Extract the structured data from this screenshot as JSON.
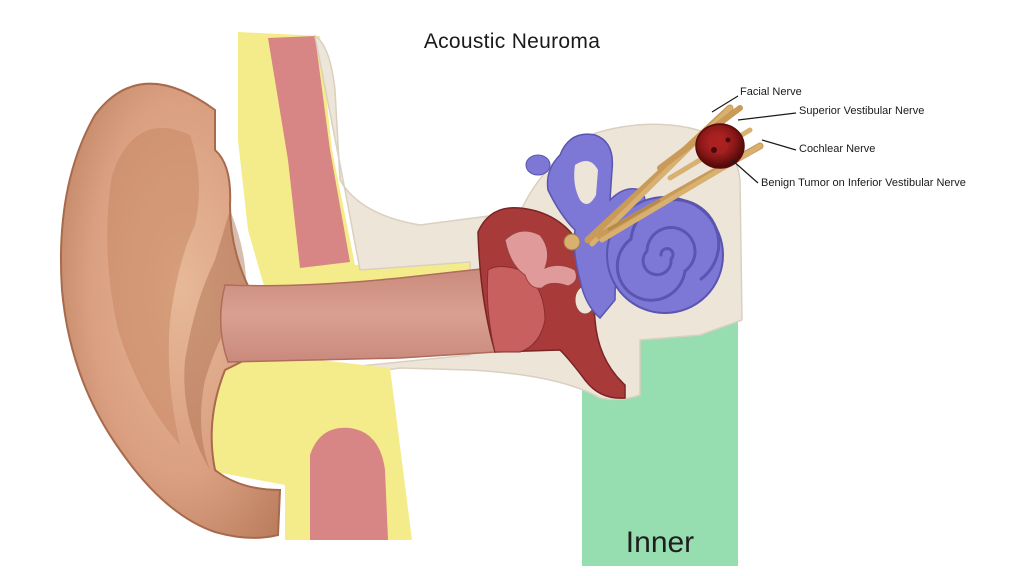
{
  "title": "Acoustic Neuroma",
  "labels": {
    "facial_nerve": "Facial Nerve",
    "superior_vestibular_nerve": "Superior Vestibular Nerve",
    "cochlear_nerve": "Cochlear Nerve",
    "tumor": "Benign Tumor on Inferior Vestibular Nerve"
  },
  "regions": {
    "inner": "Inner"
  },
  "colors": {
    "skin": "#d9a07f",
    "skin_dark": "#b97c5c",
    "cartilage": "#f4ec8a",
    "canal_pink": "#d88585",
    "bone": "#ece5d8",
    "middle_ear": "#a83a3a",
    "labyrinth": "#7d78d6",
    "inner_region": "#96ddb0",
    "nerve": "#d8b070",
    "tumor": "#8c1818"
  }
}
